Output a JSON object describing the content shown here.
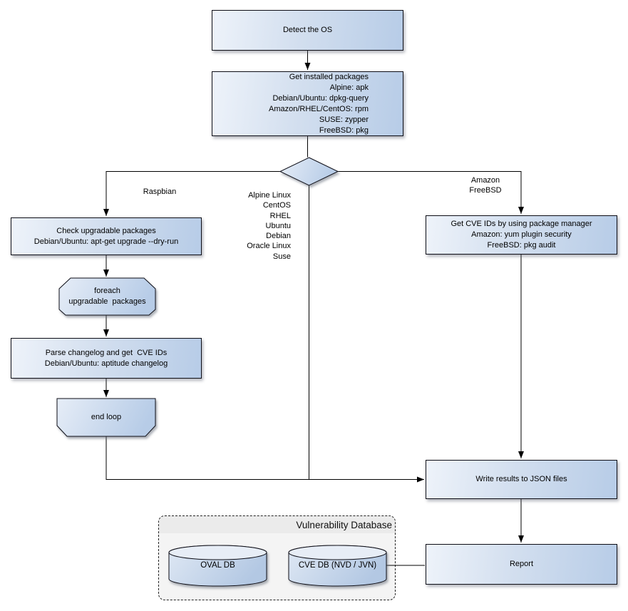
{
  "nodes": {
    "detect_os": [
      "Detect the OS"
    ],
    "get_installed_packages": [
      "Get installed packages",
      "Alpine: apk",
      "Debian/Ubuntu: dpkg-query",
      "Amazon/RHEL/CentOS: rpm",
      "SUSE: zypper",
      "FreeBSD: pkg"
    ],
    "check_upgradable": [
      "Check upgradable packages",
      "Debian/Ubuntu: apt-get upgrade --dry-run"
    ],
    "foreach_loop_start": [
      "foreach",
      "upgradable  packages"
    ],
    "parse_changelog": [
      "Parse changelog and get  CVE IDs",
      "Debian/Ubuntu: aptitude changelog"
    ],
    "end_loop": [
      "end loop"
    ],
    "get_cve_ids": [
      "Get CVE IDs by using package manager",
      "Amazon: yum plugin security",
      "FreeBSD: pkg audit"
    ],
    "write_results": [
      "Write results to JSON files"
    ],
    "report": [
      "Report"
    ],
    "oval_db": [
      "OVAL DB"
    ],
    "cve_db": [
      "CVE DB (NVD / JVN)"
    ]
  },
  "edge_labels": {
    "raspbian": [
      "Raspbian"
    ],
    "amazon_freebsd": [
      "Amazon",
      "FreeBSD"
    ],
    "os_list": [
      "Alpine Linux",
      "CentOS",
      "RHEL",
      "Ubuntu",
      "Debian",
      "Oracle Linux",
      "Suse"
    ]
  },
  "group": {
    "title": "Vulnerability Database"
  },
  "colors": {
    "node_gradient_start": "#eef3fa",
    "node_gradient_end": "#b7cce7",
    "node_border": "#0e0e16",
    "connector": "#000000",
    "group_fill": "#f4f4f4",
    "group_title_band": "#ebebeb",
    "group_border": "#242424"
  }
}
